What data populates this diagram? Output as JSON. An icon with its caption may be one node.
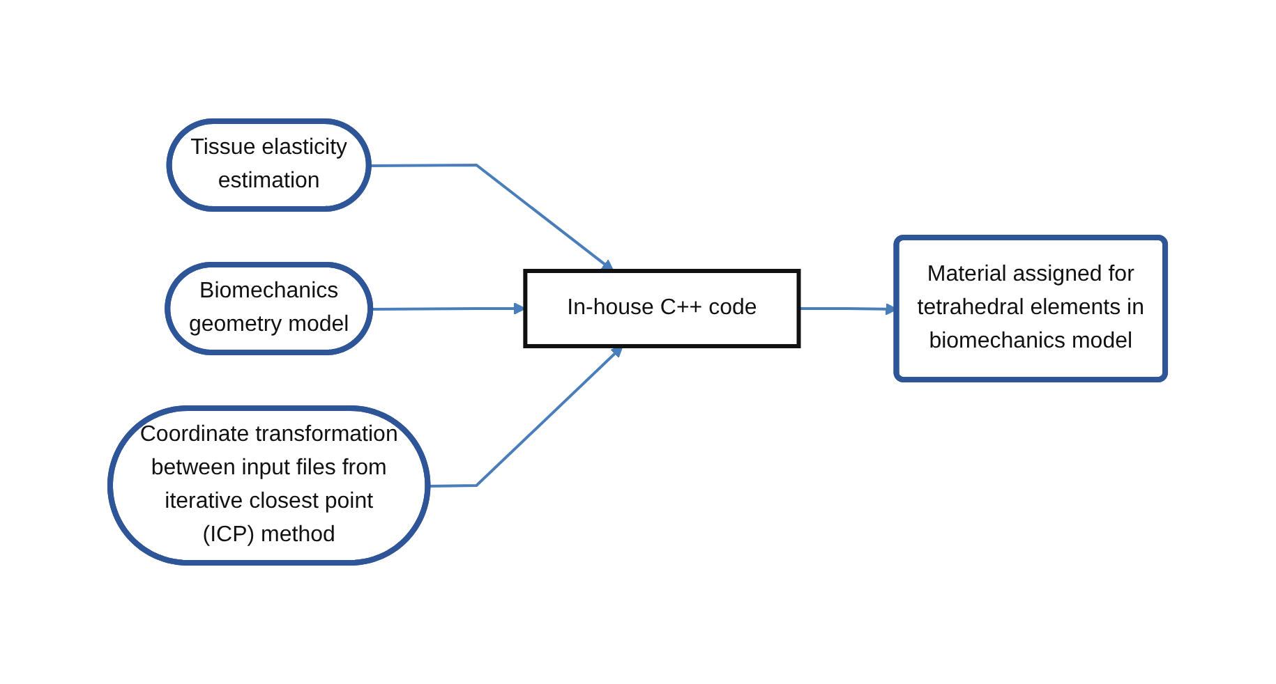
{
  "diagram": {
    "nodes": [
      {
        "text": [
          "Tissue elasticity estimation"
        ]
      },
      {
        "text": [
          "Biomechanics geometry model"
        ]
      },
      {
        "text": [
          "In-house C++ code"
        ]
      },
      {
        "text": [
          "Material assigned for tetrahedral elements in biomechanics model"
        ]
      },
      {
        "text": [
          "Coordinate transformation between input files from iterative closest point (ICP) method"
        ]
      }
    ],
    "edges": [
      {
        "from": 0,
        "to": 2,
        "arrow": "to"
      },
      {
        "from": 1,
        "to": 2,
        "arrow": "to"
      },
      {
        "from": 4,
        "to": 2,
        "arrow": "to"
      },
      {
        "from": 2,
        "to": 3,
        "arrow": "to"
      }
    ]
  }
}
